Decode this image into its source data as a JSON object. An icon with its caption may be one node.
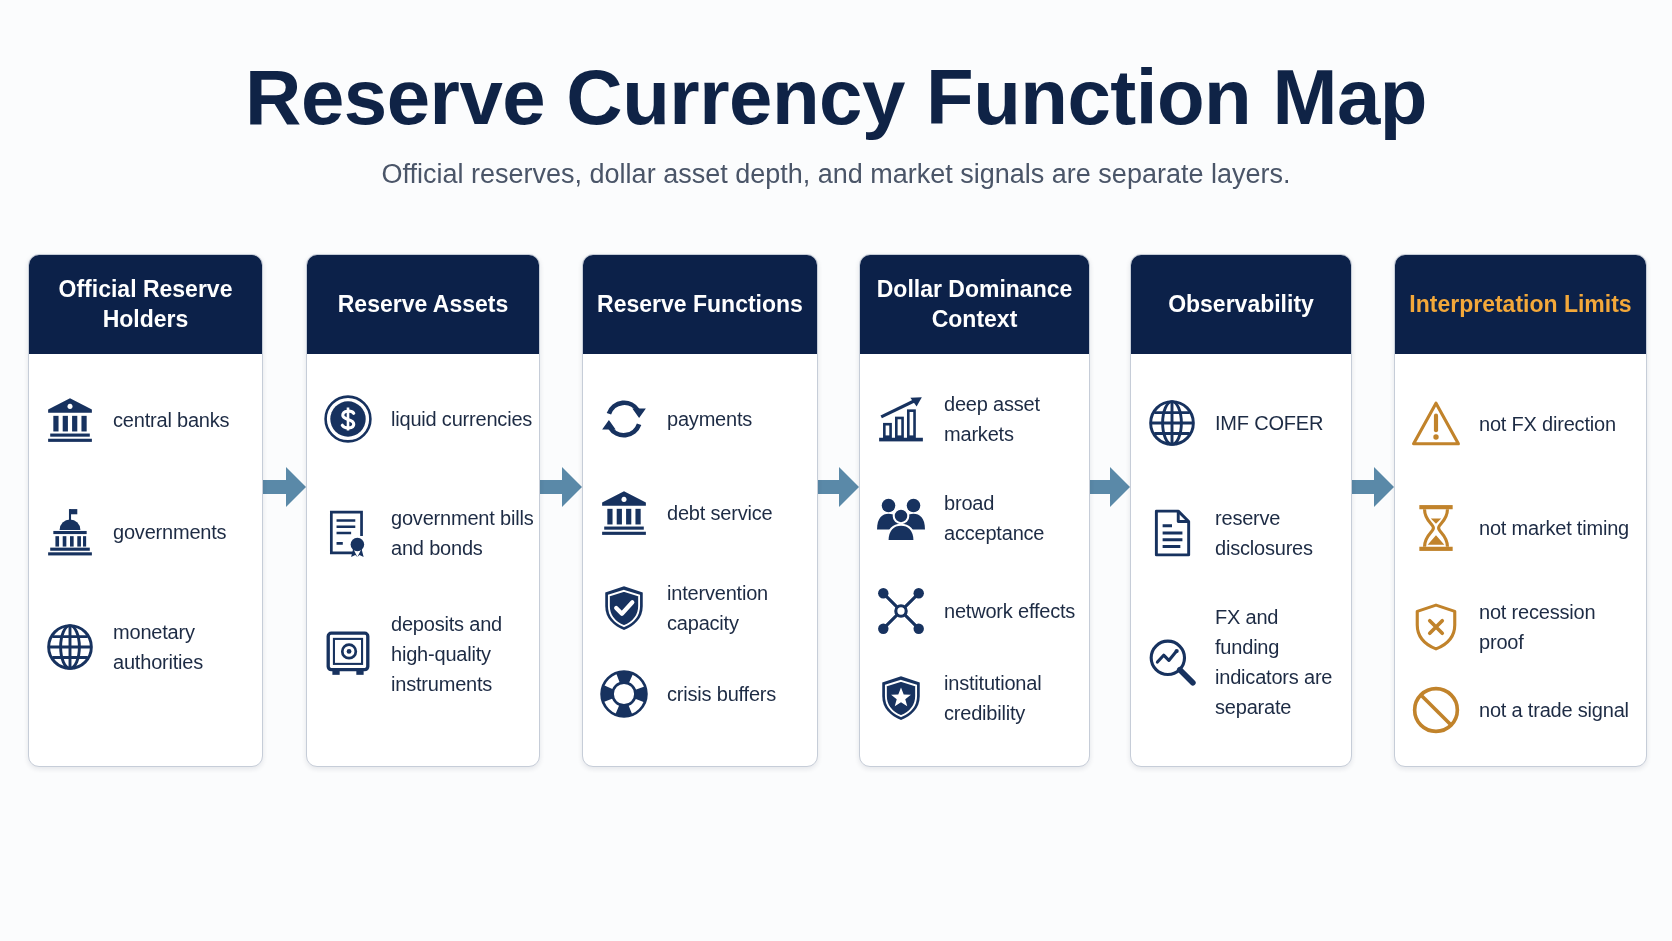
{
  "diagram": {
    "title": "Reserve Currency Function Map",
    "caption": "Official reserves, dollar asset depth, and market signals are separate layers.",
    "nodes": [
      {
        "text": [
          "Official Reserve Holders",
          "central banks",
          "governments",
          "monetary authorities"
        ]
      },
      {
        "text": [
          "Reserve Assets",
          "liquid currencies",
          "government bills and bonds",
          "deposits and high-quality instruments"
        ]
      },
      {
        "text": [
          "Reserve Functions",
          "payments",
          "debt service",
          "intervention capacity",
          "crisis buffers"
        ]
      },
      {
        "text": [
          "Dollar Dominance Context",
          "deep asset markets",
          "broad acceptance",
          "network effects",
          "institutional credibility"
        ]
      },
      {
        "text": [
          "Observability",
          "IMF COFER",
          "reserve disclosures",
          "FX and funding indicators are separate"
        ]
      },
      {
        "text": [
          "Interpretation Limits",
          "not FX direction",
          "not market timing",
          "not recession proof",
          "not a trade signal"
        ]
      }
    ],
    "edges": [
      {
        "from": 0,
        "to": 1,
        "arrow": "to"
      },
      {
        "from": 1,
        "to": 2,
        "arrow": "to"
      },
      {
        "from": 2,
        "to": 3,
        "arrow": "to"
      },
      {
        "from": 3,
        "to": 4,
        "arrow": "to"
      },
      {
        "from": 4,
        "to": 5,
        "arrow": "to"
      }
    ]
  }
}
